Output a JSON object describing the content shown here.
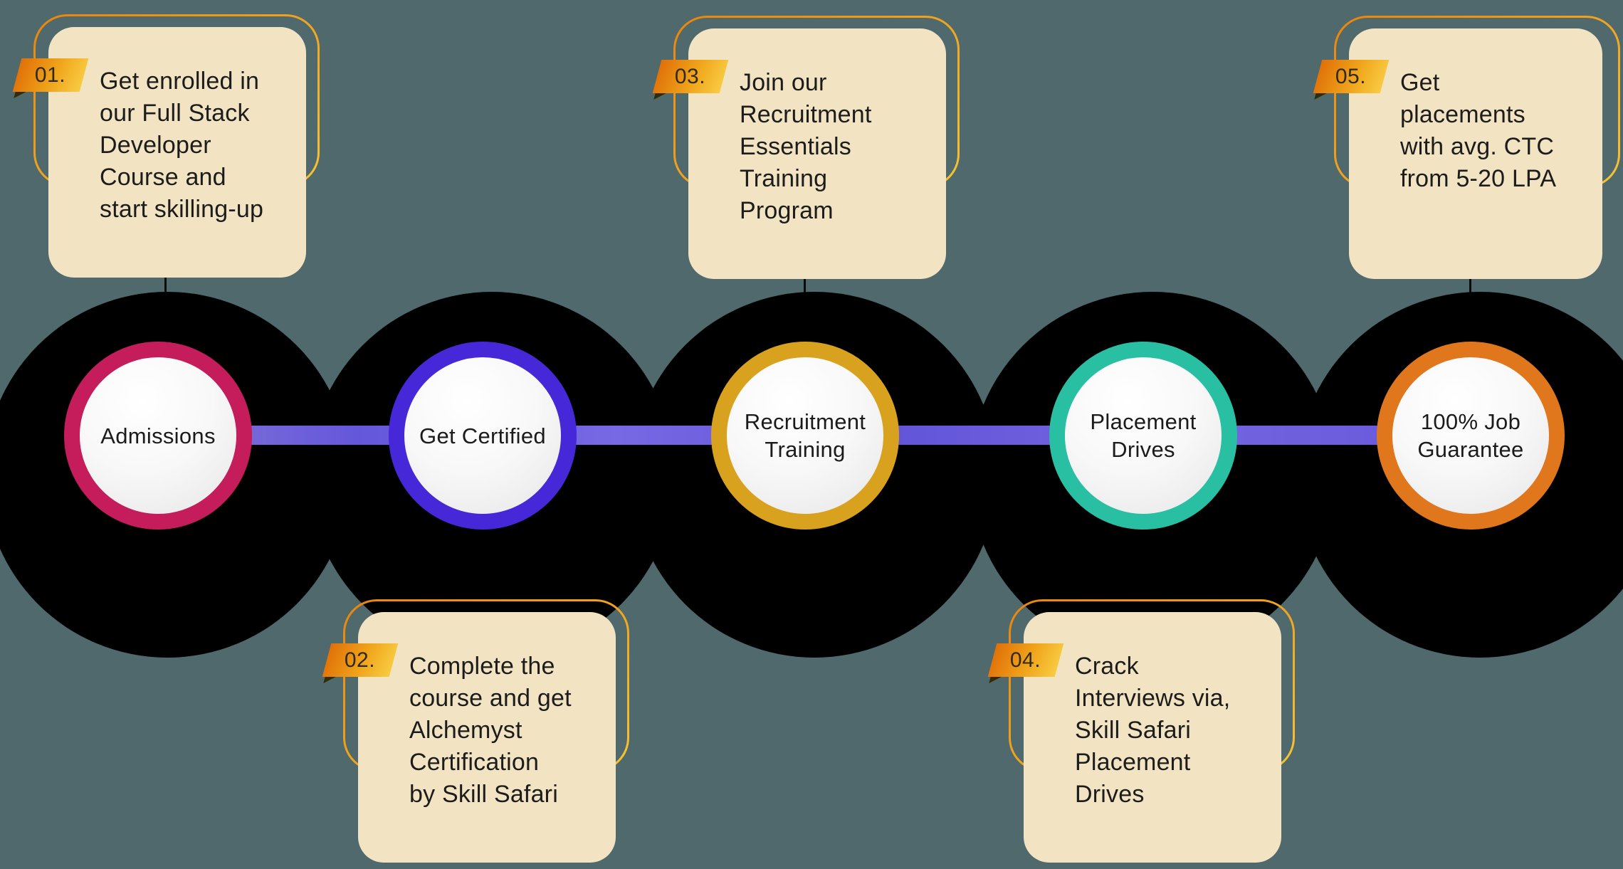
{
  "colors": {
    "background": "#4F696D",
    "card_background": "#F2E4C2",
    "timeline_color": "#7263DE",
    "blob_color": "#000000",
    "outline_gradient": [
      "#E8850C",
      "#F6C433"
    ],
    "tag_gradient": [
      "#E07008",
      "#F8CC42"
    ],
    "text_color": "#1C1C1C"
  },
  "steps": [
    {
      "num": "01.",
      "description": "Get enrolled in\nour Full Stack\nDeveloper\nCourse and\nstart skilling-up",
      "circle_label": "Admissions",
      "ring_color": "#C51C5B",
      "card_position": "top"
    },
    {
      "num": "02.",
      "description": "Complete the\ncourse and get\nAlchemyst\nCertification\nby Skill Safari",
      "circle_label": "Get Certified",
      "ring_color": "#4628D9",
      "card_position": "bottom"
    },
    {
      "num": "03.",
      "description": "Join our\nRecruitment\nEssentials\nTraining\nProgram",
      "circle_label": "Recruitment\nTraining",
      "ring_color": "#D9A21E",
      "card_position": "top"
    },
    {
      "num": "04.",
      "description": "Crack\nInterviews via,\nSkill Safari\nPlacement\nDrives",
      "circle_label": "Placement\nDrives",
      "ring_color": "#29BFA3",
      "card_position": "bottom"
    },
    {
      "num": "05.",
      "description": "Get\nplacements\nwith avg. CTC\nfrom 5-20 LPA",
      "circle_label": "100% Job\nGuarantee",
      "ring_color": "#E0771D",
      "card_position": "top"
    }
  ]
}
